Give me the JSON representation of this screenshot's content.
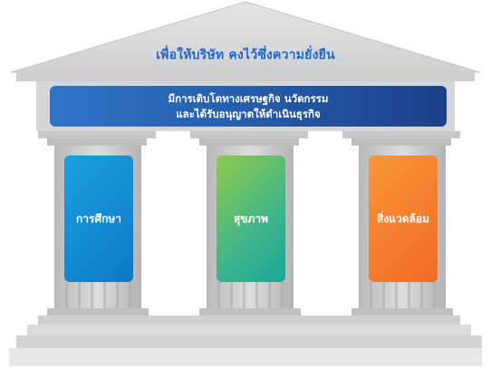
{
  "roof": {
    "title": "เพื่อให้บริษัท คงไว้ซึ่งความยั่งยืน"
  },
  "banner": {
    "line1": "มีการเติบโตทางเศรษฐกิจ นวัตกรรม",
    "line2": "และได้รับอนุญาตให้ดำเนินธุรกิจ"
  },
  "pillars": [
    {
      "label": "การศึกษา",
      "color": "#1589d2"
    },
    {
      "label": "สุขภาพ",
      "color": "#4fb878"
    },
    {
      "label": "สิ่งแวดล้อม",
      "color": "#f47a2c"
    }
  ],
  "colors": {
    "roof": "#d9dadc",
    "column": "#c8c9cb",
    "text_blue": "#1f67c8",
    "banner": "#245aa6"
  }
}
